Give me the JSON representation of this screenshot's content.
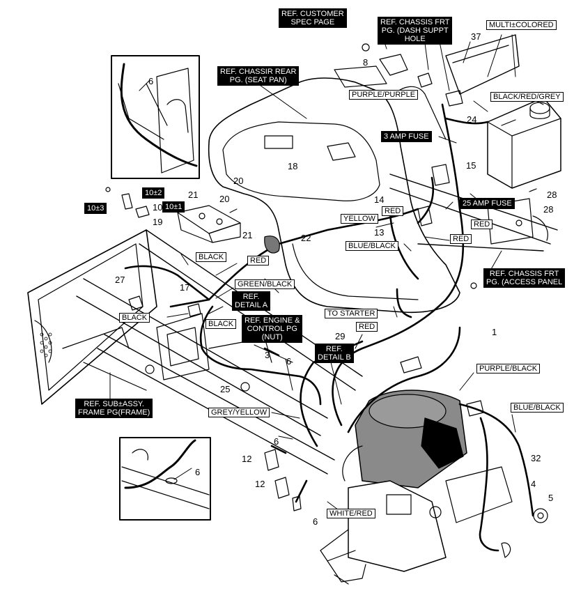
{
  "ref_labels": {
    "customer_spec": "REF. CUSTOMER\nSPEC PAGE",
    "chassis_frt_dash": "REF. CHASSIS FRT\nPG. (DASH SUPPT\nHOLE",
    "chassis_rear": "REF. CHASSIR REAR\nPG. (SEAT PAN)",
    "chassis_frt_access": "REF. CHASSIS FRT\nPG. (ACCESS PANEL",
    "engine_control": "REF. ENGINE &\nCONTROL PG\n(NUT)",
    "detail_b": "REF.\nDETAIL B",
    "sub_assy_frame": "REF. SUB±ASSY.\nFRAME PG(FRAME)",
    "detail_a": "REF.\nDETAIL A",
    "three_amp_fuse": "3 AMP FUSE",
    "twentyfive_amp_fuse": "25 AMP FUSE",
    "ten_2": "10±2",
    "ten_1": "10±1",
    "ten_3": "10±3"
  },
  "wire_labels": {
    "multi_colored": "MULTI±COLORED",
    "purple_purple": "PURPLE/PURPLE",
    "black_red_grey": "BLACK/RED/GREY",
    "yellow": "YELLOW",
    "red_1": "RED",
    "red_2": "RED",
    "red_3": "RED",
    "red_4": "RED",
    "red_5": "RED",
    "blue_black_1": "BLUE/BLACK",
    "black_1": "BLACK",
    "black_2": "BLACK",
    "black_3": "BLACK",
    "green_black": "GREEN/BLACK",
    "to_starter": "TO STARTER",
    "grey_yellow": "GREY/YELLOW",
    "white_red": "WHITE/RED",
    "purple_black": "PURPLE/BLACK",
    "blue_black_2": "BLUE/BLACK"
  },
  "part_numbers": {
    "n8": "8",
    "n37": "37",
    "n24": "24",
    "n15": "15",
    "n18": "18",
    "n20a": "20",
    "n20b": "20",
    "n21a": "21",
    "n21b": "21",
    "n19": "19",
    "n10": "10",
    "n22": "22",
    "n14": "14",
    "n13": "13",
    "n28a": "28",
    "n28b": "28",
    "n17": "17",
    "n27": "27",
    "n29": "29",
    "n1": "1",
    "n3": "3",
    "n6a": "6",
    "n6b": "6",
    "n6c": "6",
    "n6d": "6",
    "n6e": "6",
    "n25": "25",
    "n12a": "12",
    "n12b": "12",
    "n32": "32",
    "n4": "4",
    "n5": "5"
  },
  "colors": {
    "ink": "#000000",
    "paper": "#ffffff",
    "engine_shade": "#8a8a8a"
  }
}
